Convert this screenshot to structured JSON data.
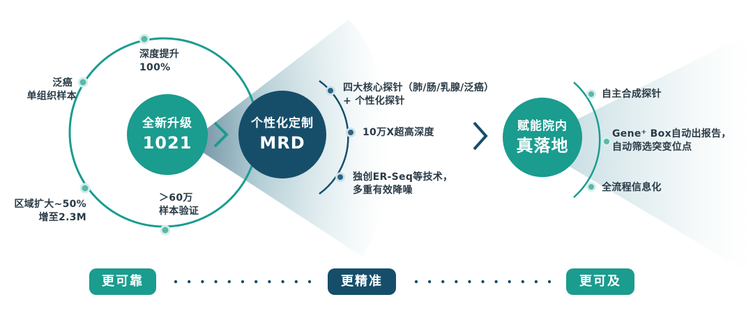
{
  "stage1": {
    "line1": "全新升级",
    "line2": "1021",
    "notes": {
      "top": [
        "深度提升",
        "100%"
      ],
      "left_upper": [
        "泛癌",
        "单组织样本"
      ],
      "left_lower": [
        "区域扩大~50%",
        "增至2.3M"
      ],
      "bottom": [
        "＞60万",
        "样本验证"
      ]
    }
  },
  "stage2": {
    "line1": "个性化定制",
    "line2": "MRD",
    "notes": {
      "first": [
        "四大核心探针（肺/肠/乳腺/泛癌）",
        "+ 个性化探针"
      ],
      "second": "10万X超高深度",
      "third": [
        "独创ER-Seq等技术，",
        "多重有效降噪"
      ]
    }
  },
  "stage3": {
    "line1": "赋能院内",
    "line2": "真落地",
    "notes": {
      "first": "自主合成探针",
      "second_prefix": "Gene",
      "second_sup": "+",
      "second_suffix": " Box自动出报告，",
      "second_line2": "自动筛选突变位点",
      "third": "全流程信息化"
    }
  },
  "pills": [
    "更可靠",
    "更精准",
    "更可及"
  ],
  "colors": {
    "teal": "#1a9c8f",
    "navy": "#164e6a",
    "text": "#2a3b47"
  }
}
